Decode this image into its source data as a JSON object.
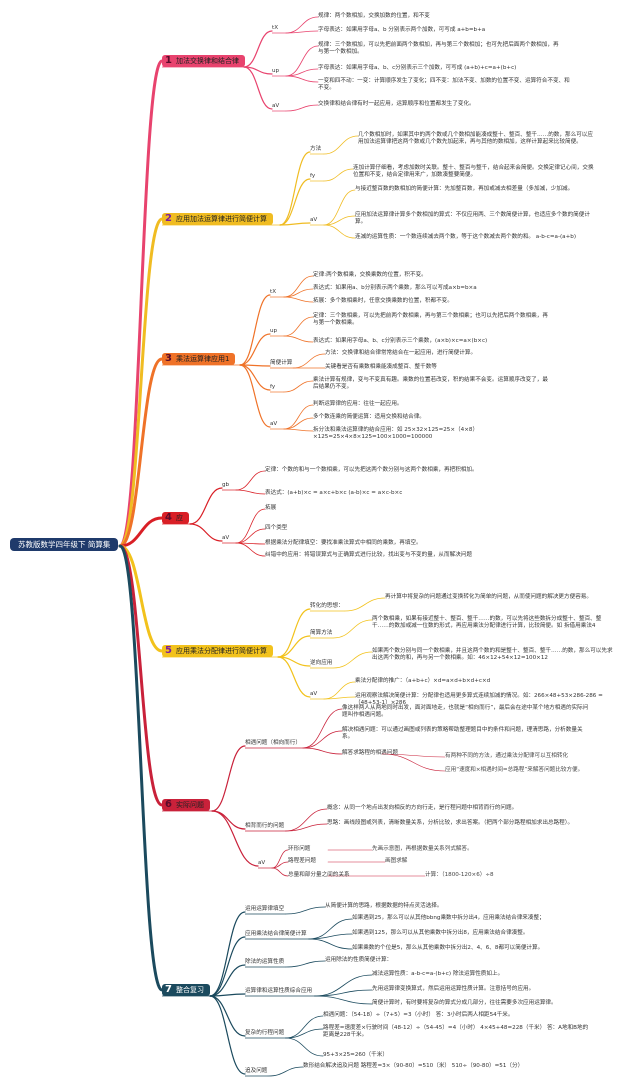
{
  "colors": {
    "b1": "#e8436e",
    "b2": "#f0bc22",
    "b3": "#ef7228",
    "b4": "#d91f26",
    "b5": "#f2c21c",
    "b6": "#c9213a",
    "b7": "#1b4a5e",
    "root": "#1f3a6b"
  },
  "root": {
    "label": "苏教版数学四年级下 简算集"
  },
  "branches": [
    {
      "num": "1",
      "label": "加法交换律和结合律",
      "color": "b1",
      "children": [
        {
          "label": "tX",
          "leaves": [
            "规律：两个数相加，交换加数的位置，和不变",
            "字母表达：如果用字母a、b 分别表示两个加数，可写成 a+b=b+a"
          ]
        },
        {
          "label": "up",
          "leaves": [
            "规律：三个数相加，可以先把前面两个数相加，再与第三个数相加；也可先把后面两个数相加，再与第一个数相加。",
            "字母表达：如果用字母a、b、c分别表示三个加数，可写成 (a+b)+c=a+(b+c)",
            "一变和四不动：一变：计算顺序发生了变化；四不变：加法不变、加数的位置不变、运算符合不变、和不变。"
          ]
        },
        {
          "label": "aV",
          "leaves": [
            "交换律和结合律有时一起应用，运算顺序和位置都发生了变化。"
          ]
        }
      ]
    },
    {
      "num": "2",
      "label": "应用加法运算律进行简便计算",
      "color": "b2",
      "children": [
        {
          "label": "方法",
          "leaves": [
            "几个数相加时，如果其中的两个数或几个数相加能凑成整十、整百、整千……的数，那么可以应用加法运算律把这两个数或几个数先加起来，再与其他的数相加，这样计算起来比较简便。"
          ]
        },
        {
          "label": "fy",
          "leaves": [
            "连加计算仔细看，考虑加数时关联。整十、整百与整千，结合起来会简便。交换定律记心间，交换位置和不变，结合定律用来广，加数凑整要简便。"
          ]
        },
        {
          "label": "aV",
          "leaves": [
            "与接近整百数的数相加的简便计算：先加整百数，再加或减去相差量（多加减，少加减。",
            "应用加法运算律计算多个数相加的算式：不仅应用两、三个数简便计算，也适应多个数的简便计算。",
            "连减的运算性质：一个数连续减去两个数，等于这个数减去两个数的和。 a-b-c=a-(a+b)"
          ]
        }
      ]
    },
    {
      "num": "3",
      "label": "乘法运算律应用1",
      "color": "b3",
      "children": [
        {
          "label": "tX",
          "leaves": [
            "定律:两个数相乘，交换乘数的位置，积不变。",
            "表达式：如果用a、b分别表示两个乘数，那么可以写成a×b=b×a",
            "拓展：多个数相乘时，任意交换乘数的位置，积都不变。"
          ]
        },
        {
          "label": "up",
          "leaves": [
            "定律：三个数相乘，可以先把前两个数相乘，再与第三个数相乘；也可以先把后两个数相乘，再与第一个数相乘。",
            "表达式：如果用字母a、b、c分别表示三个乘数，(a×b)×c=a×(b×c)"
          ]
        },
        {
          "label": "简便计算",
          "leaves": [
            "方法：交换律和结合律常常结合在一起应用，进行简便计算。",
            "关键看是否有乘数相乘能凑成整百、整千数等"
          ]
        },
        {
          "label": "fy",
          "leaves": [
            "乘法计算有规律，变与不变真有趣。乘数的位置若改变，积的结果不会变。运算顺序改变了，最后结果仍不变。"
          ]
        },
        {
          "label": "aV",
          "leaves": [
            "判断运算律的应用：往往一起应用。",
            "多个数连乘的简便运算：适用交换和结合律。",
            "拆分法和乘法运算律的结合应用：如 25×32×125=25×（4×8）×125=25×4×8×125=100×1000=100000"
          ]
        }
      ]
    },
    {
      "num": "4",
      "label": "应",
      "color": "b4",
      "children": [
        {
          "label": "gb",
          "leaves": [
            "定律：个数的和与一个数相乘，可以先把这两个数分别与这两个数相乘，再把积相加。",
            "表达式：(a+b)×c = a×c+b×c (a-b)×c = a×c-b×c"
          ]
        },
        {
          "label": "aV",
          "leaves": [
            "拓展",
            "四个类型",
            "根据乘法分配律填空：要找准乘法算式中相同的乘数，再填空。",
            "纠错中的应用：将错误算式与正确算式进行比较，找出变与不变的量，从而解决问题"
          ]
        }
      ]
    },
    {
      "num": "5",
      "label": "应用乘法分配律进行简便计算",
      "color": "b5",
      "children": [
        {
          "label": "转化的思想：",
          "leaves": [
            "再计算中将复杂的问题通过变换转化为简单的问题，从而使问题的解决更方便容易。"
          ]
        },
        {
          "label": "简算方法",
          "leaves": [
            "两个数相乘，如果有接近整十、整百、整千……的数，可以先将这些数拆分成整十、整百、整千……的数加或减一位数的形式，再应用乘法分配律进行计算，比较简便。如 拆借用乘法4"
          ]
        },
        {
          "label": "逆向应用",
          "leaves": [
            "如果两个数分别与同一个数相乘，并且这两个数的和是整十、整百、整千……的数，那么可以先求出这两个数的和，再与另一个数相乘。如：46×12+54×12=100×12"
          ]
        },
        {
          "label": "aV",
          "leaves": [
            "乘法分配律的推广：（a+b+c）×d=a×d+b×d+c×d",
            "运用观察法解决简便计算：分配律也适用更多算式连续加减的情况。如：266×48+53×286-286 =（48+53-1）×286"
          ]
        }
      ]
    },
    {
      "num": "6",
      "label": "实际问题",
      "color": "b6",
      "children": [
        {
          "label": "相遇问题（相向而行）",
          "leaves": [
            "像这样两人从两地同时出发，面对面地走，也就是“相向而行”，最后会在途中某个地方相遇的实际问题叫作相遇问题。",
            "解决相遇问题：可以通过画图或列表的策略帮助整理题目中的条件和问题，理清思路，分析数量关系。",
            "解答求路程的相遇问题"
          ],
          "sub": [
            "有两种不同的方法，通过乘法分配律可以互相转化",
            "应用“速度和×相遇时间=总路程”来解答问题比较方便。"
          ]
        },
        {
          "label": "相背而行的问题",
          "leaves": [
            "概念：从同一个地点出发向相反的方向行走，是行程问题中相背而行的问题。",
            "思路：画线段图或列表，清晰数量关系，分析比较，求出答案。（把两个部分路程相加求出总路程）。"
          ]
        },
        {
          "label": "aV",
          "leaves": [
            "环形问题",
            "路程差问题",
            "总量和部分量之间的关系"
          ],
          "sub": [
            "先画示意图，再根据数量关系列式解答。",
            "画图求解",
            "计算：（1800-120×6）÷8"
          ]
        }
      ]
    },
    {
      "num": "7",
      "label": "整合复习",
      "color": "b7",
      "children": [
        {
          "label": "运用运算律填空",
          "leaves": [
            "从简便计算的思路，根据数据的特点灵活选择。"
          ]
        },
        {
          "label": "应用乘法结合律简便计算",
          "leaves": [
            "如果遇到25，那么可以从其他bbng乘数中拆分出4，应用乘法结合律来凑整；",
            "如果遇到125，那么可以从其他乘数中拆分出8，应用乘法结合律凑整。",
            "如果乘数的个位是5，那么从其他乘数中拆分出2、4、6、8都可以简便计算。"
          ]
        },
        {
          "label": "除法的运算性质",
          "leaves": [
            "运用除法的性质简便计算："
          ]
        },
        {
          "label": "运算律和运算性质综合应用",
          "leaves": [
            "减法运算性质：a-b-c=a-(b+c) 除法运算性质如上。",
            "先用运算律变换算式，然后运用运算性质计算。注意括号的应用。",
            "简便计算时，有时要将复杂的算式分成几部分，往往需要多次应用运算律。"
          ]
        },
        {
          "label": "复杂的行程问题",
          "leaves": [
            "相遇问题：（54-18）÷（7+5）=3（小时） 答：3小时后两人相距54千米。",
            "路程差=速度差×行驶时间（48-12）÷（54-45）=4（小时） 4×45+48=228（千米） 答：A地和B地的距离是228千米。",
            "95+3×25=260（千米）"
          ]
        },
        {
          "label": "追及问题",
          "leaves": [
            "数形结合解决追及问题 路程差=3×（90-80）=510（米） 510÷（90-80）=51（分）"
          ]
        }
      ]
    }
  ]
}
